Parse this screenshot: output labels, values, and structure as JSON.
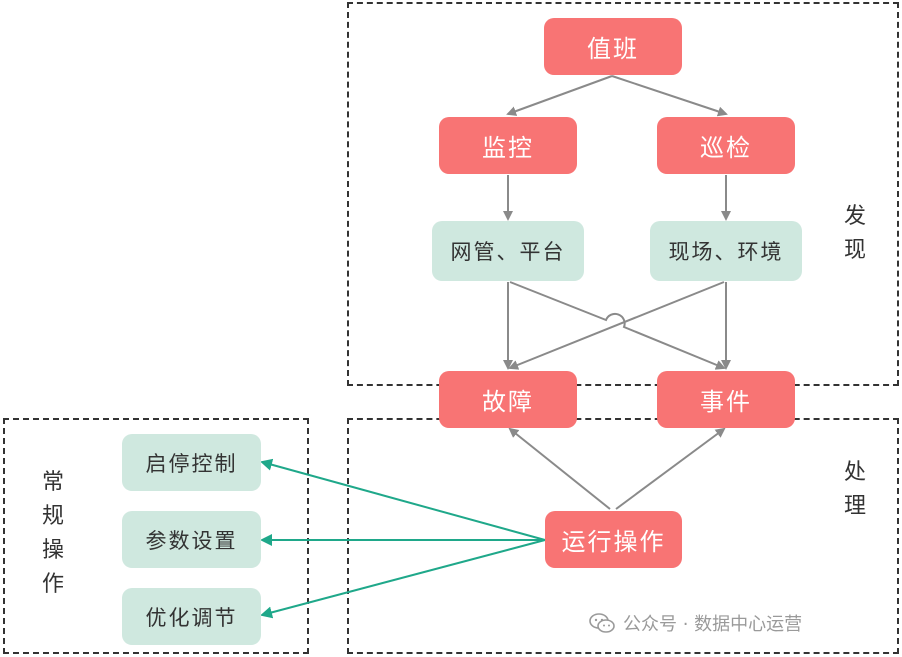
{
  "colors": {
    "node_red": "#f87474",
    "node_green": "#cfe8df",
    "arrow_gray": "#8a8a8a",
    "arrow_teal": "#1fa88a",
    "frame": "#333333"
  },
  "nodes": {
    "duty": "值班",
    "monitor": "监控",
    "inspect": "巡检",
    "nms_platform": "网管、平台",
    "site_env": "现场、环境",
    "fault": "故障",
    "event": "事件",
    "operation": "运行操作",
    "start_stop": "启停控制",
    "param_setting": "参数设置",
    "optimize": "优化调节"
  },
  "regions": {
    "discover": "发现",
    "handle": "处理",
    "routine": "常规操作"
  },
  "watermark": "公众号 · 数据中心运营"
}
